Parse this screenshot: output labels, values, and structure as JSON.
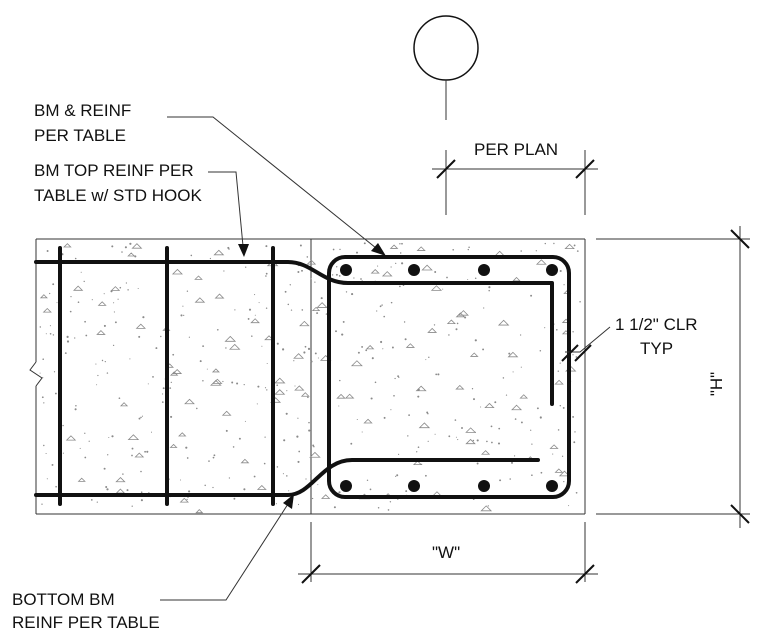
{
  "labels": {
    "bm_reinf": [
      "BM & REINF",
      "PER TABLE"
    ],
    "top_reinf": [
      "BM TOP REINF PER",
      "TABLE w/ STD HOOK"
    ],
    "bottom_reinf": [
      "BOTTOM BM",
      "REINF PER TABLE"
    ],
    "per_plan": "PER PLAN",
    "clear": [
      "1 1/2\" CLR",
      "TYP"
    ],
    "width_dim": "\"W\"",
    "height_dim": "\"H\""
  },
  "colors": {
    "line": "#111111",
    "concrete_speckle": "#8a8a8a",
    "background": "#ffffff"
  }
}
